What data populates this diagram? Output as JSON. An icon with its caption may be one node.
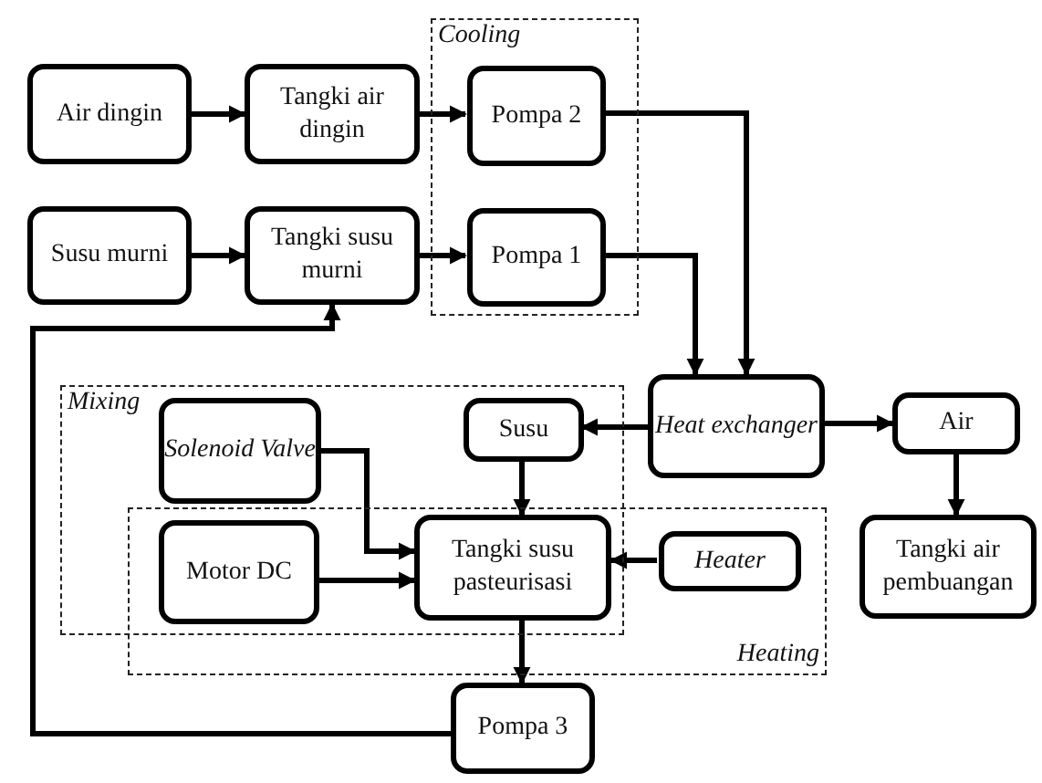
{
  "diagram": {
    "nodes": [
      {
        "text": [
          "Cooling"
        ]
      },
      {
        "text": [
          "Air dingin"
        ]
      },
      {
        "text": [
          "Tangki air dingin"
        ]
      },
      {
        "text": [
          "Pompa 2"
        ],
        "in": 0
      },
      {
        "text": [
          "Susu murni"
        ]
      },
      {
        "text": [
          "Tangki susu murni"
        ]
      },
      {
        "text": [
          "Pompa 1"
        ],
        "in": 0
      },
      {
        "text": [
          "Mixing"
        ]
      },
      {
        "text": [
          "Heating"
        ]
      },
      {
        "text": [
          "Solenoid Valve"
        ],
        "in": 7
      },
      {
        "text": [
          "Susu"
        ],
        "in": 7
      },
      {
        "text": [
          "Heat exchanger"
        ]
      },
      {
        "text": [
          "Air"
        ]
      },
      {
        "text": [
          "Motor DC"
        ]
      },
      {
        "text": [
          "Tangki susu pasteurisasi"
        ]
      },
      {
        "text": [
          "Heater"
        ],
        "in": 8
      },
      {
        "text": [
          "Tangki air pembuangan"
        ]
      },
      {
        "text": [
          "Pompa 3"
        ]
      }
    ],
    "edges": [
      {
        "from": 1,
        "to": 2,
        "arrow": "to"
      },
      {
        "from": 2,
        "to": 3,
        "arrow": "to"
      },
      {
        "from": 3,
        "to": 11,
        "arrow": "to"
      },
      {
        "from": 4,
        "to": 5,
        "arrow": "to"
      },
      {
        "from": 5,
        "to": 6,
        "arrow": "to"
      },
      {
        "from": 6,
        "to": 11,
        "arrow": "to"
      },
      {
        "from": 11,
        "to": 10,
        "arrow": "to"
      },
      {
        "from": 11,
        "to": 12,
        "arrow": "to"
      },
      {
        "from": 12,
        "to": 16,
        "arrow": "to"
      },
      {
        "from": 9,
        "to": 14,
        "arrow": "to"
      },
      {
        "from": 10,
        "to": 14,
        "arrow": "to"
      },
      {
        "from": 13,
        "to": 14,
        "arrow": "to"
      },
      {
        "from": 15,
        "to": 14,
        "arrow": "to"
      },
      {
        "from": 14,
        "to": 17,
        "arrow": "to"
      },
      {
        "from": 17,
        "to": 5,
        "arrow": "to"
      }
    ]
  }
}
